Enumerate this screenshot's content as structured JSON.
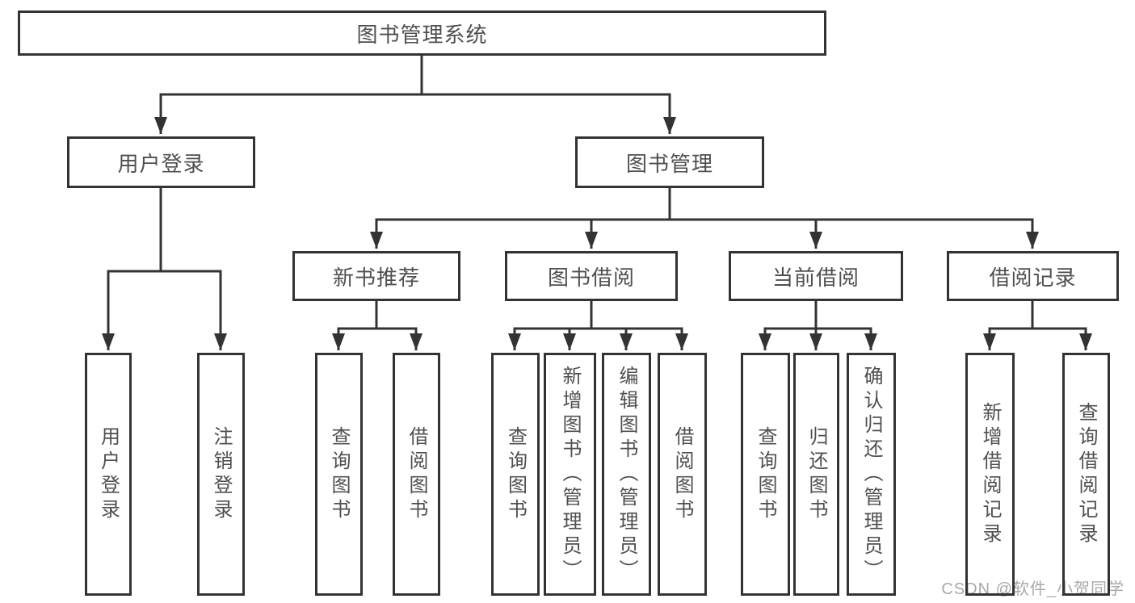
{
  "diagram": {
    "title": "图书管理系统",
    "root": "图书管理系统",
    "level1": [
      "用户登录",
      "图书管理"
    ],
    "level2": [
      "新书推荐",
      "图书借阅",
      "当前借阅",
      "借阅记录"
    ],
    "leaves_user_login": [
      "用户登录",
      "注销登录"
    ],
    "leaves_new_book": [
      "查询图书",
      "借阅图书"
    ],
    "leaves_book_borrow": [
      "查询图书",
      "新增图书（管理员）",
      "编辑图书（管理员）",
      "借阅图书"
    ],
    "leaves_current_borrow": [
      "查询图书",
      "归还图书",
      "确认归还（管理员）"
    ],
    "leaves_borrow_records": [
      "新增借阅记录",
      "查询借阅记录"
    ]
  },
  "watermark": "CSDN @软件_小贺同学",
  "colors": {
    "line": "#333333",
    "box_border": "#333333",
    "text": "#4f4f4f",
    "watermark": "#a9a9a9",
    "background": "#ffffff"
  }
}
